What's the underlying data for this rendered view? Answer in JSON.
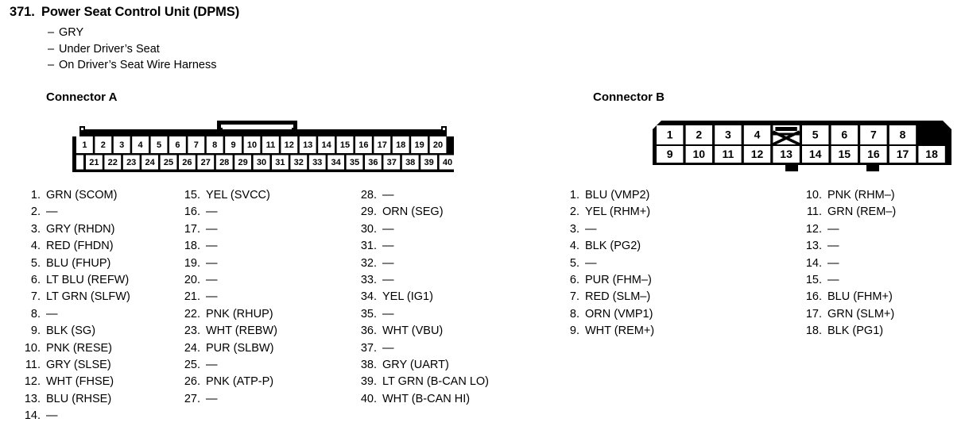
{
  "header": {
    "number": "371.",
    "title": "Power Seat Control Unit (DPMS)",
    "bullets": [
      "GRY",
      "Under Driver’s Seat",
      "On Driver’s Seat Wire Harness"
    ],
    "dash": "–"
  },
  "connector_a": {
    "caption": "Connector A",
    "top_row_pins": [
      "1",
      "2",
      "3",
      "4",
      "5",
      "6",
      "7",
      "8",
      "9",
      "10",
      "11",
      "12",
      "13",
      "14",
      "15",
      "16",
      "17",
      "18",
      "19",
      "20"
    ],
    "bottom_row_pins": [
      "21",
      "22",
      "23",
      "24",
      "25",
      "26",
      "27",
      "28",
      "29",
      "30",
      "31",
      "32",
      "33",
      "34",
      "35",
      "36",
      "37",
      "38",
      "39",
      "40"
    ],
    "pins": [
      {
        "n": "1.",
        "v": "GRN (SCOM)"
      },
      {
        "n": "2.",
        "v": "—"
      },
      {
        "n": "3.",
        "v": "GRY (RHDN)"
      },
      {
        "n": "4.",
        "v": "RED (FHDN)"
      },
      {
        "n": "5.",
        "v": "BLU (FHUP)"
      },
      {
        "n": "6.",
        "v": "LT BLU (REFW)"
      },
      {
        "n": "7.",
        "v": "LT GRN (SLFW)"
      },
      {
        "n": "8.",
        "v": "—"
      },
      {
        "n": "9.",
        "v": "BLK (SG)"
      },
      {
        "n": "10.",
        "v": "PNK (RESE)"
      },
      {
        "n": "11.",
        "v": "GRY (SLSE)"
      },
      {
        "n": "12.",
        "v": "WHT (FHSE)"
      },
      {
        "n": "13.",
        "v": "BLU (RHSE)"
      },
      {
        "n": "14.",
        "v": "—"
      },
      {
        "n": "15.",
        "v": "YEL (SVCC)"
      },
      {
        "n": "16.",
        "v": "—"
      },
      {
        "n": "17.",
        "v": "—"
      },
      {
        "n": "18.",
        "v": "—"
      },
      {
        "n": "19.",
        "v": "—"
      },
      {
        "n": "20.",
        "v": "—"
      },
      {
        "n": "21.",
        "v": "—"
      },
      {
        "n": "22.",
        "v": "PNK (RHUP)"
      },
      {
        "n": "23.",
        "v": "WHT (REBW)"
      },
      {
        "n": "24.",
        "v": "PUR (SLBW)"
      },
      {
        "n": "25.",
        "v": "—"
      },
      {
        "n": "26.",
        "v": "PNK (ATP-P)"
      },
      {
        "n": "27.",
        "v": "—"
      },
      {
        "n": "28.",
        "v": "—"
      },
      {
        "n": "29.",
        "v": "ORN (SEG)"
      },
      {
        "n": "30.",
        "v": "—"
      },
      {
        "n": "31.",
        "v": "—"
      },
      {
        "n": "32.",
        "v": "—"
      },
      {
        "n": "33.",
        "v": "—"
      },
      {
        "n": "34.",
        "v": "YEL (IG1)"
      },
      {
        "n": "35.",
        "v": "—"
      },
      {
        "n": "36.",
        "v": "WHT (VBU)"
      },
      {
        "n": "37.",
        "v": "—"
      },
      {
        "n": "38.",
        "v": "GRY (UART)"
      },
      {
        "n": "39.",
        "v": "LT GRN (B-CAN LO)"
      },
      {
        "n": "40.",
        "v": "WHT (B-CAN HI)"
      }
    ]
  },
  "connector_b": {
    "caption": "Connector B",
    "top_row_pins": [
      "1",
      "2",
      "3",
      "4",
      "blocked",
      "5",
      "6",
      "7",
      "8"
    ],
    "bottom_row_pins": [
      "9",
      "10",
      "11",
      "12",
      "13",
      "14",
      "15",
      "16",
      "17",
      "18"
    ],
    "pins": [
      {
        "n": "1.",
        "v": "BLU (VMP2)"
      },
      {
        "n": "2.",
        "v": "YEL (RHM+)"
      },
      {
        "n": "3.",
        "v": "—"
      },
      {
        "n": "4.",
        "v": "BLK (PG2)"
      },
      {
        "n": "5.",
        "v": "—"
      },
      {
        "n": "6.",
        "v": "PUR (FHM–)"
      },
      {
        "n": "7.",
        "v": "RED (SLM–)"
      },
      {
        "n": "8.",
        "v": "ORN (VMP1)"
      },
      {
        "n": "9.",
        "v": "WHT (REM+)"
      },
      {
        "n": "10.",
        "v": "PNK (RHM–)"
      },
      {
        "n": "11.",
        "v": "GRN (REM–)"
      },
      {
        "n": "12.",
        "v": "—"
      },
      {
        "n": "13.",
        "v": "—"
      },
      {
        "n": "14.",
        "v": "—"
      },
      {
        "n": "15.",
        "v": "—"
      },
      {
        "n": "16.",
        "v": "BLU (FHM+)"
      },
      {
        "n": "17.",
        "v": "GRN (SLM+)"
      },
      {
        "n": "18.",
        "v": "BLK (PG1)"
      }
    ]
  },
  "colors": {
    "ink": "#000000",
    "paper": "#ffffff"
  }
}
